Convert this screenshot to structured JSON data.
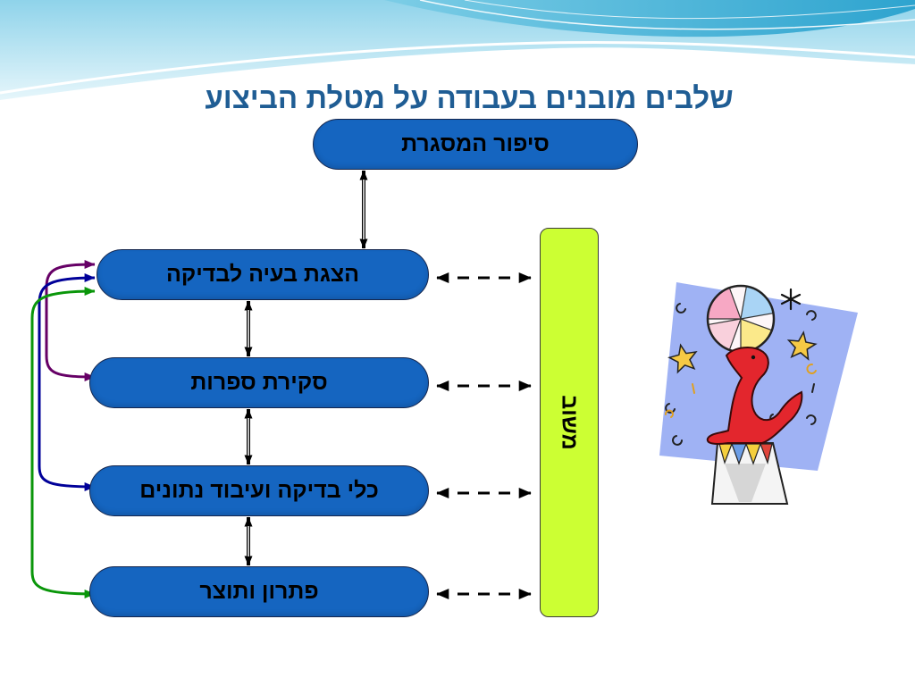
{
  "slide": {
    "title": "שלבים מובנים בעבודה על מטלת הביצוע"
  },
  "diagram": {
    "top_node": "סיפור המסגרת",
    "stages": [
      "הצגת בעיה לבדיקה",
      "סקירת ספרות",
      "כלי בדיקה ועיבוד נתונים",
      "פתרון ותוצר"
    ],
    "side_bar_label": "משוב"
  },
  "colors": {
    "title": "#1f5d94",
    "node_fill": "#1565c0",
    "side_bar_fill": "#ccff33",
    "arrow": "#000000",
    "loop_purple": "#660066",
    "loop_blue": "#000099",
    "loop_green": "#0a960a"
  },
  "icons": {
    "illustration": "circus-seal-balancing-ball-clipart",
    "stars": "star-icon",
    "asterisk": "asterisk-icon"
  }
}
